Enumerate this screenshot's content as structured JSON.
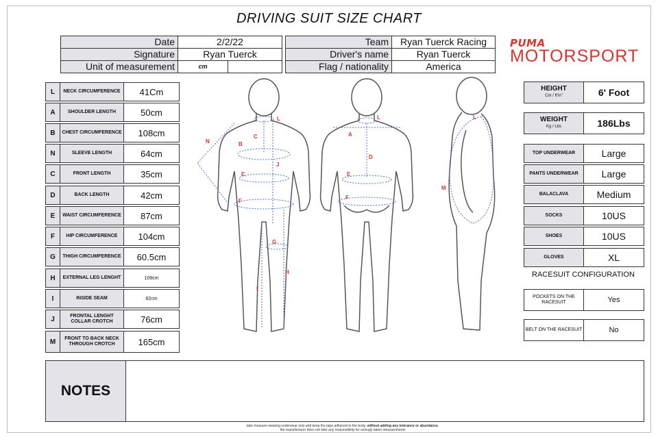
{
  "title": "DRIVING SUIT SIZE CHART",
  "header_left": {
    "date_label": "Date",
    "date": "2/2/22",
    "signature_label": "Signature",
    "signature": "Ryan Tuerck",
    "unit_label": "Unit of measurement",
    "unit": "cm"
  },
  "header_right": {
    "team_label": "Team",
    "team": "Ryan Tuerck Racing",
    "driver_label": "Driver's name",
    "driver": "Ryan Tuerck",
    "flag_label": "Flag / nationality",
    "flag": "America"
  },
  "logo": {
    "puma": "PUMA",
    "motorsport": "MOTORSPORT"
  },
  "measurements": [
    {
      "code": "L",
      "name": "NECK CIRCUMFERENCE",
      "value": "41Cm"
    },
    {
      "code": "A",
      "name": "SHOULDER LENGTH",
      "value": "50cm"
    },
    {
      "code": "B",
      "name": "CHEST CIRCUMFERENCE",
      "value": "108cm"
    },
    {
      "code": "N",
      "name": "SLEEVE LENGTH",
      "value": "64cm"
    },
    {
      "code": "C",
      "name": "FRONT LENGTH",
      "value": "35cm"
    },
    {
      "code": "D",
      "name": "BACK LENGTH",
      "value": "42cm"
    },
    {
      "code": "E",
      "name": "WAIST CIRCUMFERENCE",
      "value": "87cm"
    },
    {
      "code": "F",
      "name": "HIP CIRCUMFERENCE",
      "value": "104cm"
    },
    {
      "code": "G",
      "name": "THIGH CIRCUMFERENCE",
      "value": "60.5cm"
    },
    {
      "code": "H",
      "name": "EXTERNAL LEG LENGHT",
      "value": "109cm"
    },
    {
      "code": "I",
      "name": "INSIDE SEAM",
      "value": "82cm"
    },
    {
      "code": "J",
      "name": "FRONTAL LENGHT COLLAR CROTCH",
      "value": "76cm"
    },
    {
      "code": "M",
      "name": "FRONT TO BACK NECK THROUGH CROTCH",
      "value": "165cm"
    }
  ],
  "right": {
    "height_label": "HEIGHT",
    "height_unit": "Cm / ft'in\"",
    "height": "6' Foot",
    "weight_label": "WEIGHT",
    "weight_unit": "Kg / Lbs",
    "weight": "186Lbs",
    "top_label": "TOP UNDERWEAR",
    "top": "Large",
    "pants_label": "PANTS UNDERWEAR",
    "pants": "Large",
    "balaclava_label": "BALACLAVA",
    "balaclava": "Medium",
    "socks_label": "SOCKS",
    "socks": "10US",
    "shoes_label": "SHOES",
    "shoes": "10US",
    "gloves_label": "GLOVES",
    "gloves": "XL",
    "config_title": "RACESUIT CONFIGURATION",
    "pockets_label": "POCKETS ON THE RACESUIT",
    "pockets": "Yes",
    "belt_label": "BELT ON THE RACESUIT",
    "belt": "No"
  },
  "notes_label": "NOTES",
  "footer": {
    "line1a": "take measure wearing underwear only and keep the tape adherent to the body, ",
    "line1b": "without adding any tolerance or abundance.",
    "line2": "the manufacturer does not take any responsibility for wrongly taken measurements"
  },
  "figure_labels": [
    "N",
    "B",
    "C",
    "L",
    "J",
    "E",
    "F",
    "G",
    "H",
    "I",
    "L",
    "A",
    "D",
    "E",
    "F",
    "L",
    "M"
  ],
  "colors": {
    "accent": "#d9342b",
    "label_bg": "#e4e4e8",
    "measure_line": "#4a6fd6"
  }
}
